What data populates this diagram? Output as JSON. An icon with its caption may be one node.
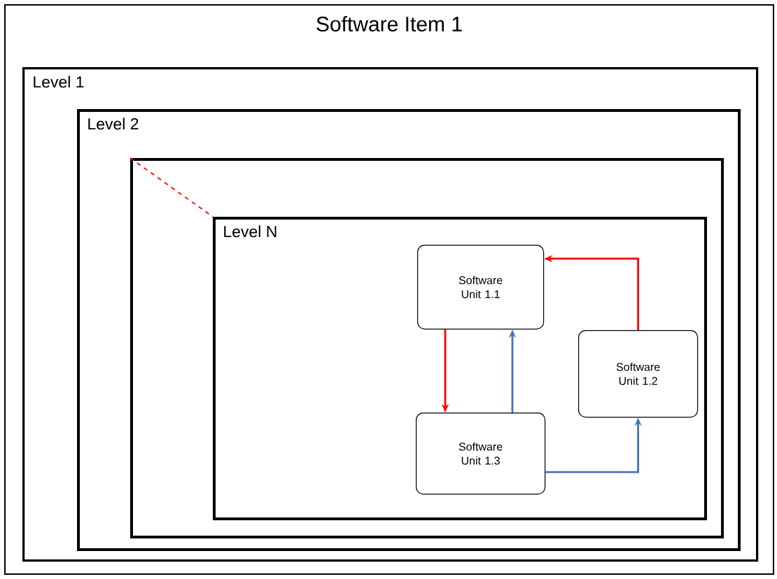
{
  "diagram": {
    "nodes": [
      {
        "text": [
          "Software Item 1"
        ]
      },
      {
        "text": [
          "Level 1"
        ],
        "in": 0
      },
      {
        "text": [
          "Level 2"
        ],
        "in": 1
      },
      {
        "text": [],
        "shape": "box",
        "in": 2
      },
      {
        "text": [
          "Level N"
        ],
        "in": 3
      },
      {
        "text": [
          "Software Unit 1.1"
        ],
        "in": 4
      },
      {
        "text": [
          "Software Unit 1.2"
        ],
        "in": 4
      },
      {
        "text": [
          "Software Unit 1.3"
        ],
        "in": 4
      }
    ],
    "edges": [
      {
        "from": 3,
        "to": 4,
        "arrow": "none",
        "style": "dashed",
        "color": "#ff0000"
      },
      {
        "from": 5,
        "to": 7,
        "arrow": "to",
        "color": "#ff0000"
      },
      {
        "from": 7,
        "to": 5,
        "arrow": "to",
        "color": "#4472c4"
      },
      {
        "from": 7,
        "to": 6,
        "arrow": "to",
        "color": "#4472c4"
      },
      {
        "from": 6,
        "to": 5,
        "arrow": "to",
        "color": "#ff0000"
      }
    ]
  }
}
